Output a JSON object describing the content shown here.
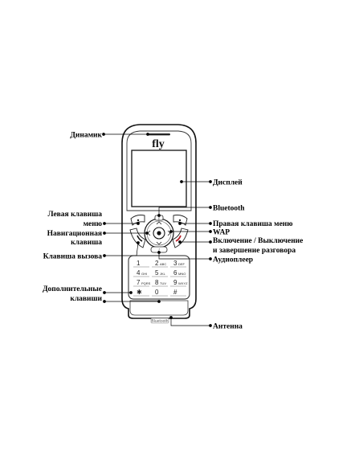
{
  "phone": {
    "brand": "fly",
    "bt_badge": "Bluetooth",
    "keys": [
      {
        "main": "1",
        "sub": "",
        "id": "1"
      },
      {
        "main": "2",
        "sub": "ABC",
        "id": "2"
      },
      {
        "main": "3",
        "sub": "DEF",
        "id": "3"
      },
      {
        "main": "4",
        "sub": "GHI",
        "id": "4"
      },
      {
        "main": "5",
        "sub": "JKL",
        "id": "5"
      },
      {
        "main": "6",
        "sub": "MNO",
        "id": "6"
      },
      {
        "main": "7",
        "sub": "PQRS",
        "id": "7"
      },
      {
        "main": "8",
        "sub": "TUV",
        "id": "8"
      },
      {
        "main": "9",
        "sub": "WXYZ",
        "id": "9"
      },
      {
        "main": "✱",
        "sub": "",
        "id": "star"
      },
      {
        "main": "0",
        "sub": "",
        "id": "0"
      },
      {
        "main": "#",
        "sub": "",
        "id": "hash"
      }
    ]
  },
  "labels": {
    "speaker": "Динамик",
    "display": "Дисплей",
    "bluetooth": "Bluetooth",
    "left_soft_l1": "Левая клавиша",
    "left_soft_l2": "меню",
    "right_soft": "Правая клавиша меню",
    "nav_l1": "Навигационная",
    "nav_l2": "клавиша",
    "wap": "WAP",
    "power_l1": "Включение / Выключение",
    "power_l2": "и завершение разговора",
    "call": "Клавиша вызова",
    "audio": "Аудиоплеер",
    "extra_l1": "Дополнительные",
    "extra_l2": "клавиши",
    "antenna": "Антенна"
  }
}
